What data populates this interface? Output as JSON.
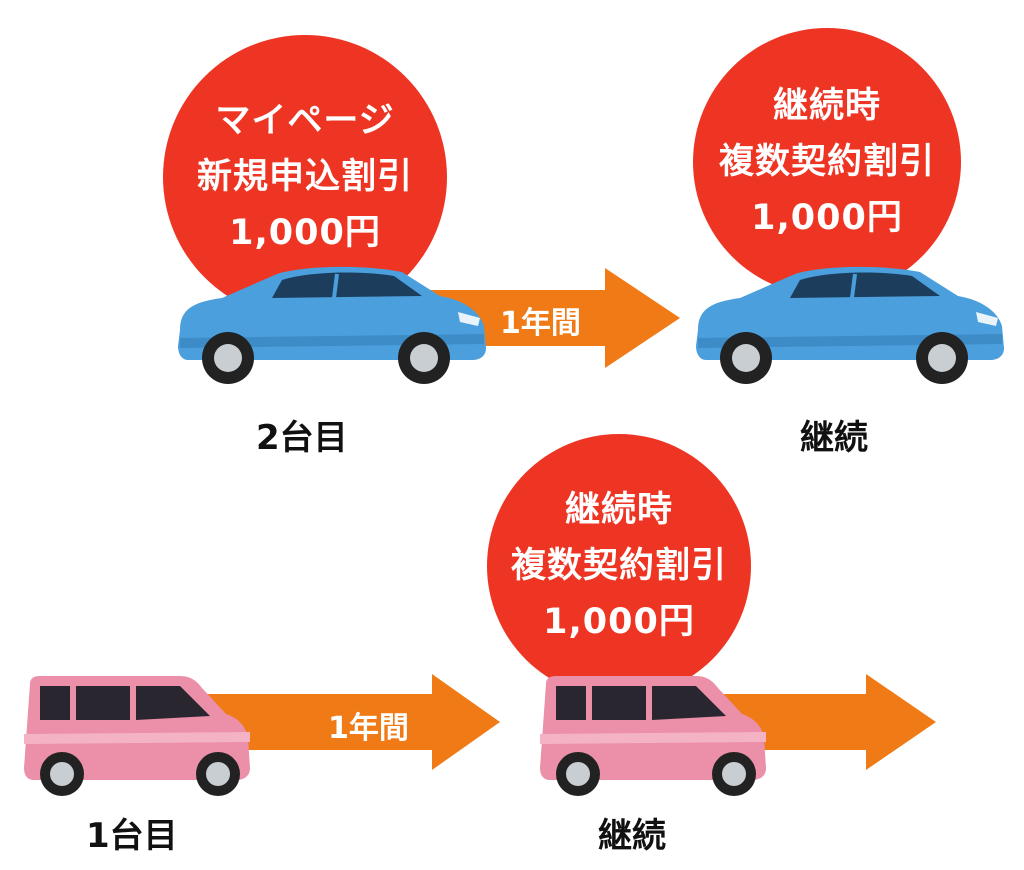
{
  "badges": {
    "top_left": {
      "line1": "マイページ",
      "line2": "新規申込割引",
      "line3": "1,000円"
    },
    "top_right": {
      "line1": "継続時",
      "line2": "複数契約割引",
      "line3": "1,000円"
    },
    "bottom": {
      "line1": "継続時",
      "line2": "複数契約割引",
      "line3": "1,000円"
    }
  },
  "arrows": {
    "top_label": "1年間",
    "bottom_label": "1年間"
  },
  "captions": {
    "second_car": "2台目",
    "second_car_continue": "継続",
    "first_car": "1台目",
    "first_car_continue": "継続"
  },
  "colors": {
    "badge": "#ee3524",
    "arrow": "#f07b16",
    "blue_car": "#4a9fdc",
    "pink_car": "#ec8fa8"
  }
}
